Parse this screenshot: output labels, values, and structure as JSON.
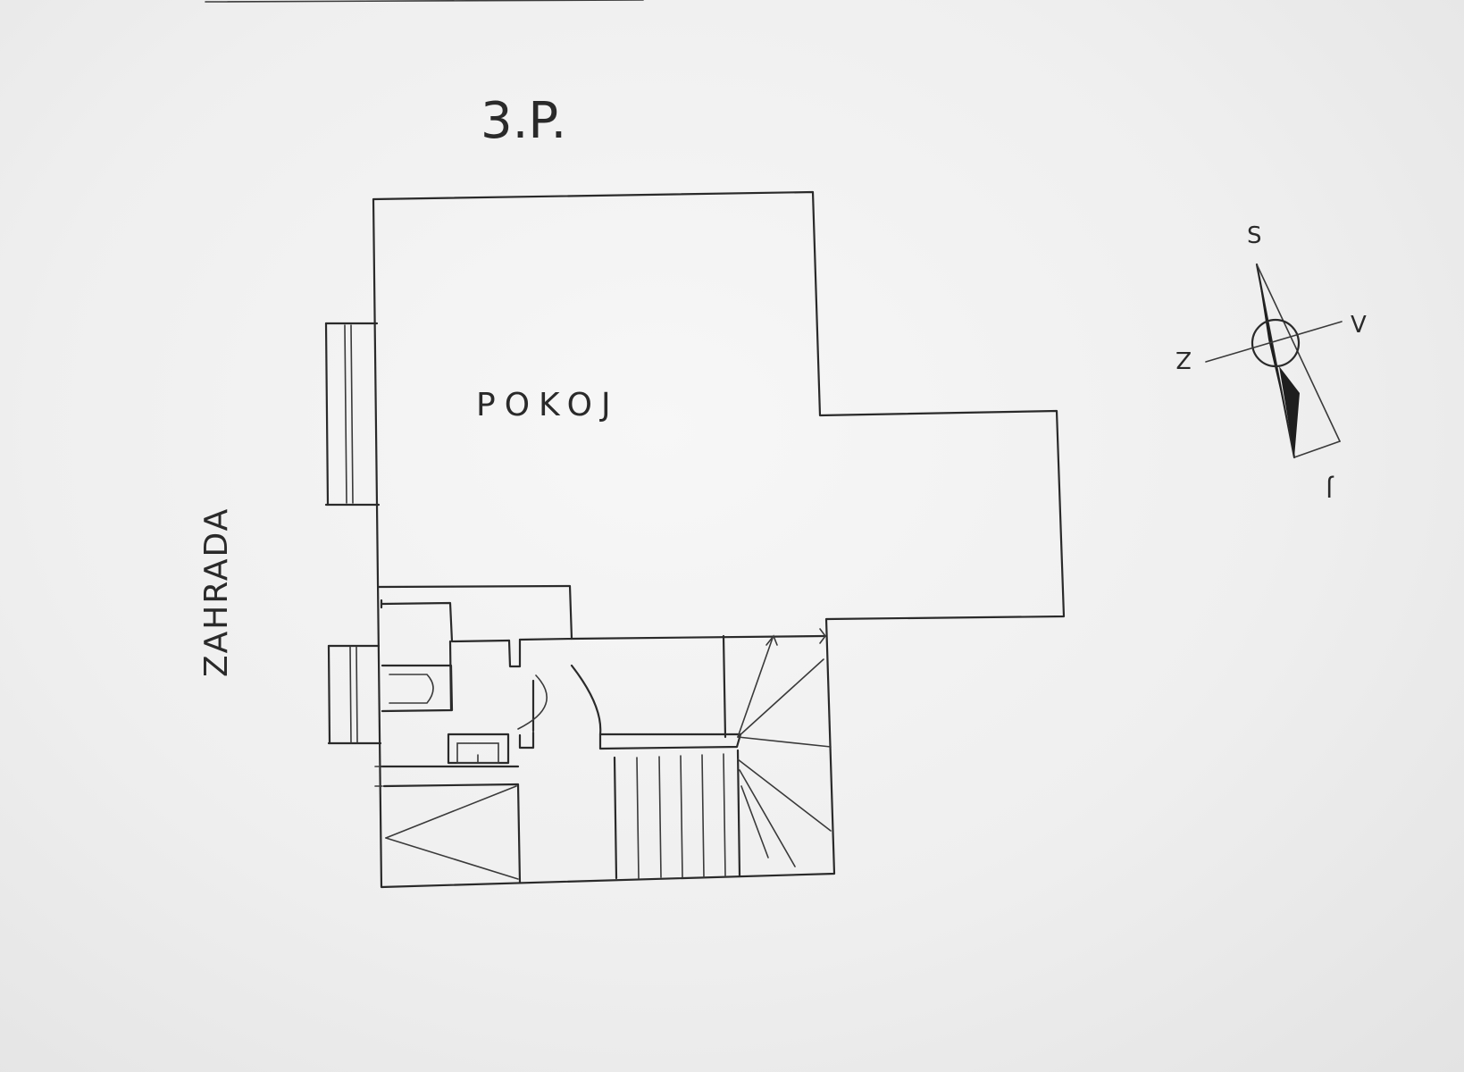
{
  "floor_label": "3.P.",
  "rooms": {
    "main_room": "POKOJ"
  },
  "outside": {
    "garden": "ZAHRADA"
  },
  "compass": {
    "north": "S",
    "south": "J",
    "east": "V",
    "west": "Z"
  },
  "colors": {
    "ink": "#2a2a2a",
    "paper": "#f4f4f4"
  }
}
